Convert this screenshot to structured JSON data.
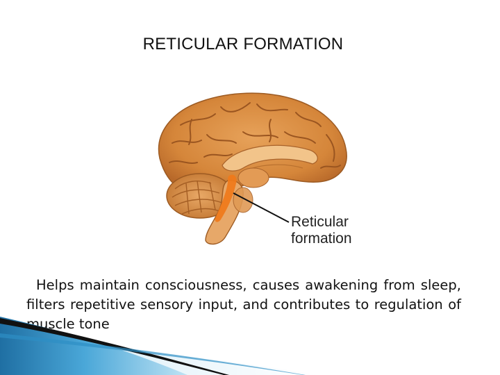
{
  "slide": {
    "title": "RETICULAR FORMATION",
    "figure": {
      "label_line1": "Reticular",
      "label_line2": "formation"
    },
    "body": "Helps maintain consciousness, causes awakening from sleep, filters repetitive sensory input, and contributes to regulation of muscle tone"
  },
  "colors": {
    "brain": "#d9883a",
    "highlight": "#f07a1a",
    "accent_blue": "#2d8fc4",
    "accent_dark": "#111111"
  }
}
